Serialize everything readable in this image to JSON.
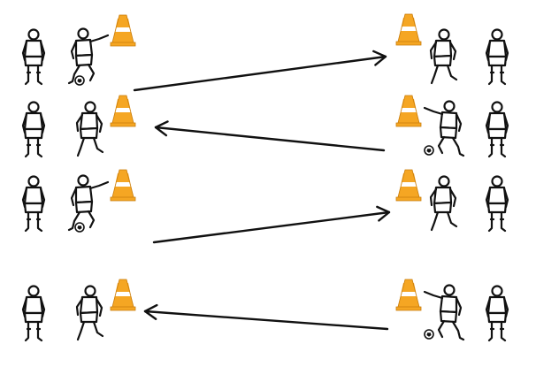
{
  "colors": {
    "ink": "#111111",
    "cone_orange": "#F5A623",
    "cone_stripe": "#FFFFFF",
    "background": "#FFFFFF"
  },
  "icons": {
    "player": "soccer-player-icon",
    "kicker": "player-kicking-ball-icon",
    "receiver": "player-receiving-icon",
    "cone": "training-cone-icon",
    "pass": "pass-arrow-icon"
  },
  "lanes": [
    {
      "pass_direction": "right",
      "kicker_side": "left"
    },
    {
      "pass_direction": "left",
      "kicker_side": "right"
    },
    {
      "pass_direction": "right",
      "kicker_side": "left"
    },
    {
      "pass_direction": "left",
      "kicker_side": "right"
    }
  ]
}
